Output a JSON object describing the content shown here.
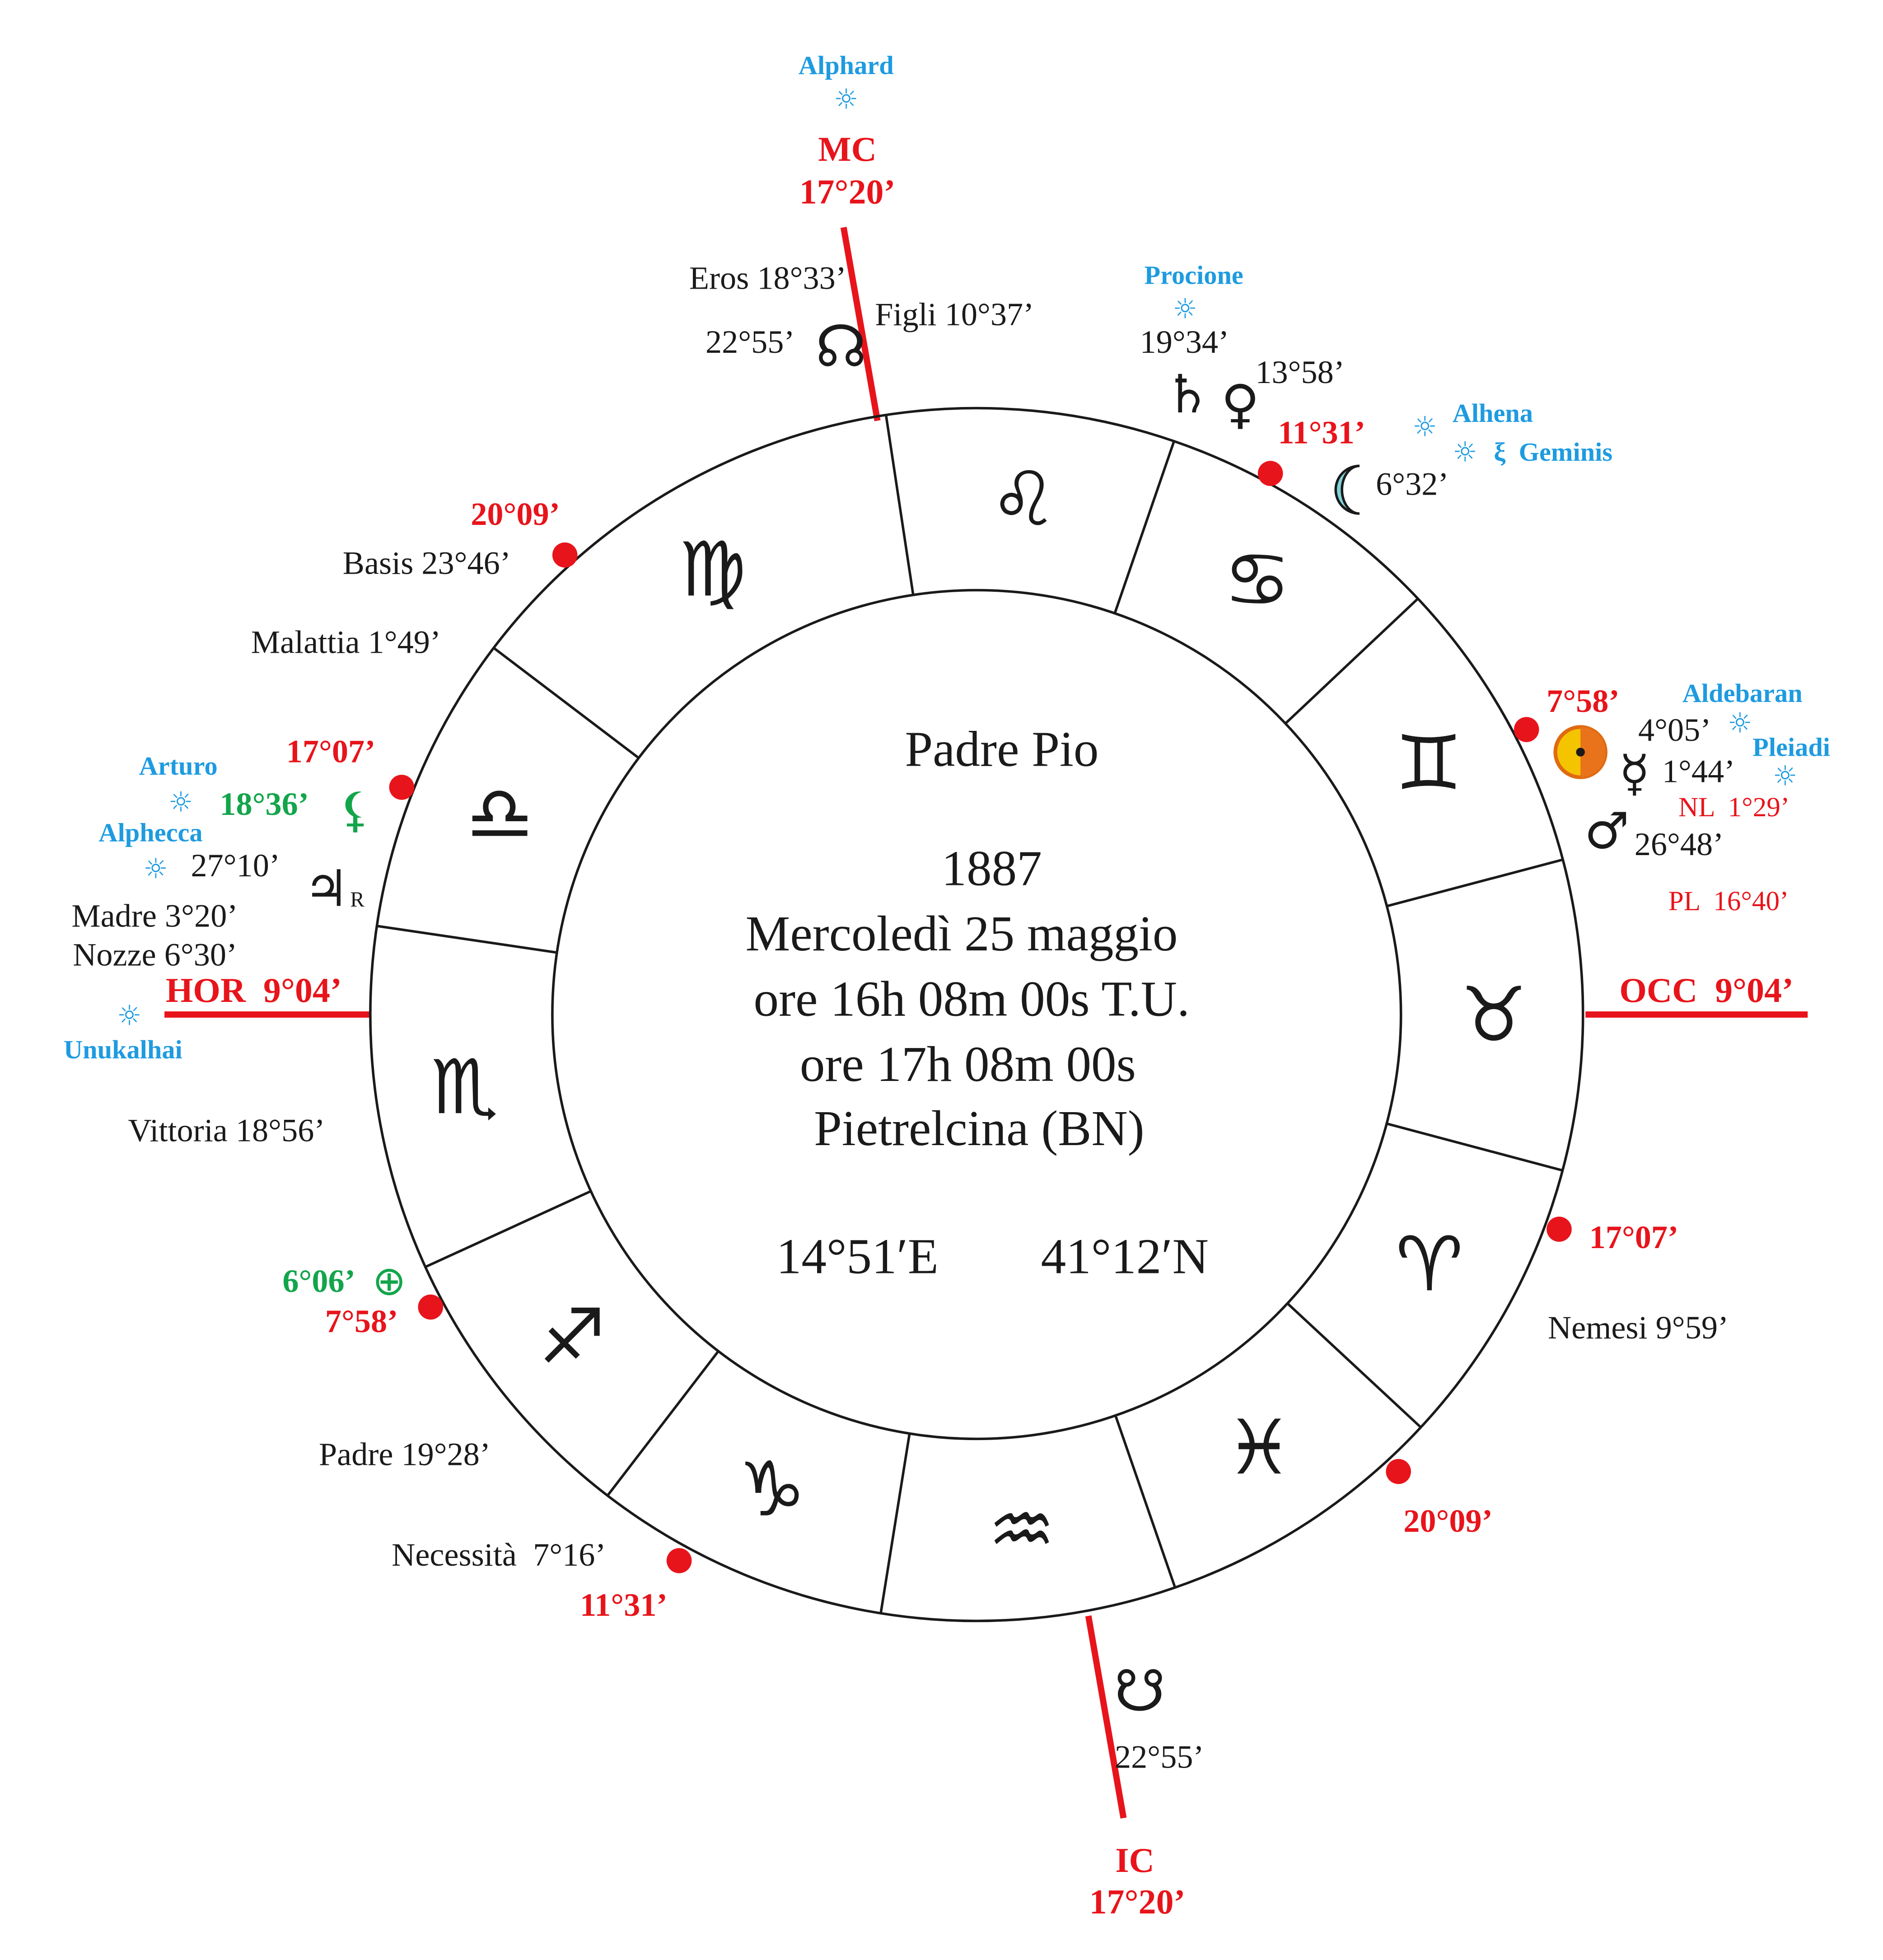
{
  "colors": {
    "axis": "#e8141b",
    "point": "#e8141b",
    "star": "#1e9be0",
    "green": "#13a54a",
    "ink": "#1a1a1a",
    "sun": "#f5c400",
    "sun_rim": "#e06a10",
    "moon": "#7fd3d8"
  },
  "center": {
    "name": "Padre Pio",
    "year": "1887",
    "date": "Mercoledì 25 maggio",
    "time_ut": "ore 16h 08m 00s T.U.",
    "time_local": "ore 17h 08m 00s",
    "place": "Pietrelcina (BN)",
    "longitude": "14°51′E",
    "latitude": "41°12′N"
  },
  "signs": {
    "leo": "♌",
    "cancer": "♋",
    "gemini": "♊",
    "taurus": "♉",
    "aries": "♈",
    "pisces": "♓",
    "aquarius": "♒",
    "capricorn": "♑",
    "sagittarius": "♐",
    "scorpio": "♏",
    "libra": "♎",
    "virgo": "♍"
  },
  "axes": {
    "mc_label": "MC",
    "mc_degree": "17°20’",
    "ic_label": "IC",
    "ic_degree": "17°20’",
    "hor": "HOR  9°04’",
    "occ": "OCC  9°04’"
  },
  "cusps": {
    "c1": "11°31’",
    "c2": "20°09’",
    "c3": "17°07’",
    "c4": "7°58’",
    "c5": "17°07’",
    "c6": "20°09’",
    "c7": "11°31’",
    "c8": "7°58’"
  },
  "stars": {
    "alphard": "Alphard",
    "procione": "Procione",
    "alhena": "Alhena",
    "geminis": "ξ  Geminis",
    "aldebaran": "Aldebaran",
    "pleiadi": "Pleiadi",
    "arturo": "Arturo",
    "alphecca": "Alphecca",
    "unukalhai": "Unukalhai"
  },
  "planets": {
    "north_node": {
      "glyph": "☊",
      "degree": "22°55’"
    },
    "south_node": {
      "glyph": "☋",
      "degree": "22°55’"
    },
    "saturn": {
      "glyph": "♄",
      "degree": "19°34’"
    },
    "venus": {
      "glyph": "♀",
      "degree": "13°58’"
    },
    "moon": {
      "degree": "6°32’"
    },
    "sun": {
      "degree": "4°05’"
    },
    "mercury": {
      "glyph": "☿",
      "degree": "1°44’"
    },
    "mars": {
      "glyph": "♂",
      "degree": "26°48’"
    },
    "jupiter": {
      "glyph": "♃",
      "degree": "27°10’",
      "retro": "R"
    },
    "lilith": {
      "glyph": "⚸",
      "degree": "18°36’"
    },
    "fortune": {
      "glyph": "⊕",
      "degree": "6°06’"
    }
  },
  "lunations": {
    "nl": "NL  1°29’",
    "pl": "PL  16°40’"
  },
  "parts": {
    "eros": "Eros 18°33’",
    "figli": "Figli 10°37’",
    "basis": "Basis 23°46’",
    "malattia": "Malattia 1°49’",
    "madre": "Madre 3°20’",
    "nozze": "Nozze 6°30’",
    "vittoria": "Vittoria 18°56’",
    "padre": "Padre 19°28’",
    "necessita": "Necessità  7°16’",
    "nemesi": "Nemesi 9°59’"
  },
  "star_symbol": "☼"
}
